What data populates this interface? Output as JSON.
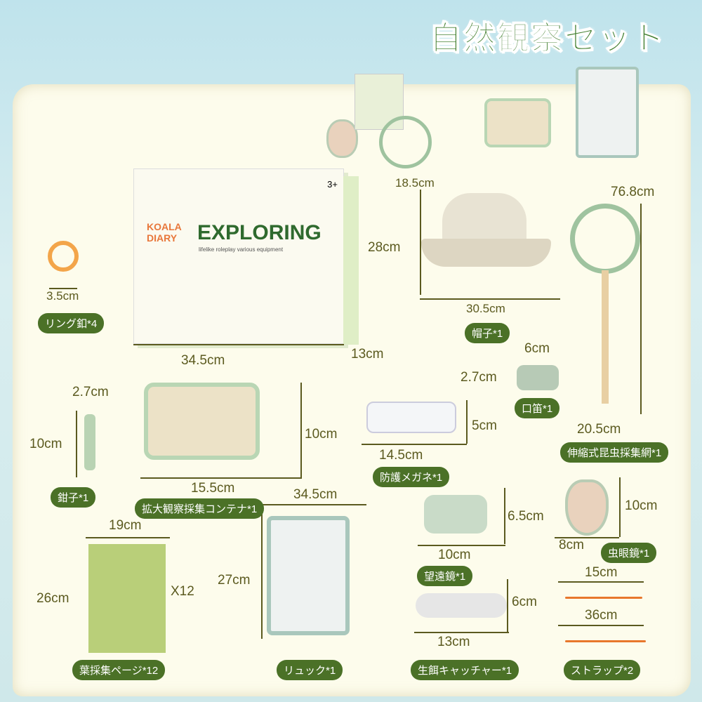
{
  "title": "自然観察セット",
  "box": {
    "logo": "KOALA DIARY",
    "brand": "EXPLORING",
    "subtitle": "lifelike roleplay   various equipment",
    "age": "3+"
  },
  "dimensions": [
    "34.5cm",
    "13cm",
    "3.5cm",
    "18.5cm",
    "28cm",
    "30.5cm",
    "76.8cm",
    "6cm",
    "2.7cm",
    "20.5cm",
    "2.7cm",
    "10cm",
    "15.5cm",
    "10cm",
    "14.5cm",
    "5cm",
    "34.5cm",
    "27cm",
    "6.5cm",
    "10cm",
    "10cm",
    "8cm",
    "19cm",
    "26cm",
    "X12",
    "6cm",
    "13cm",
    "15cm",
    "36cm"
  ],
  "labels": [
    "リング釦*4",
    "帽子*1",
    "口笛*1",
    "伸縮式昆虫採集網*1",
    "鉗子*1",
    "拡大観察採集コンテナ*1",
    "防護メガネ*1",
    "望遠鏡*1",
    "虫眼鏡*1",
    "葉採集ページ*12",
    "リュック*1",
    "生餌キャッチャー*1",
    "ストラップ*2"
  ],
  "colors": {
    "pill": "#4b7127",
    "title": "#3f7d2c",
    "dimension_text": "#5b5a1f"
  }
}
